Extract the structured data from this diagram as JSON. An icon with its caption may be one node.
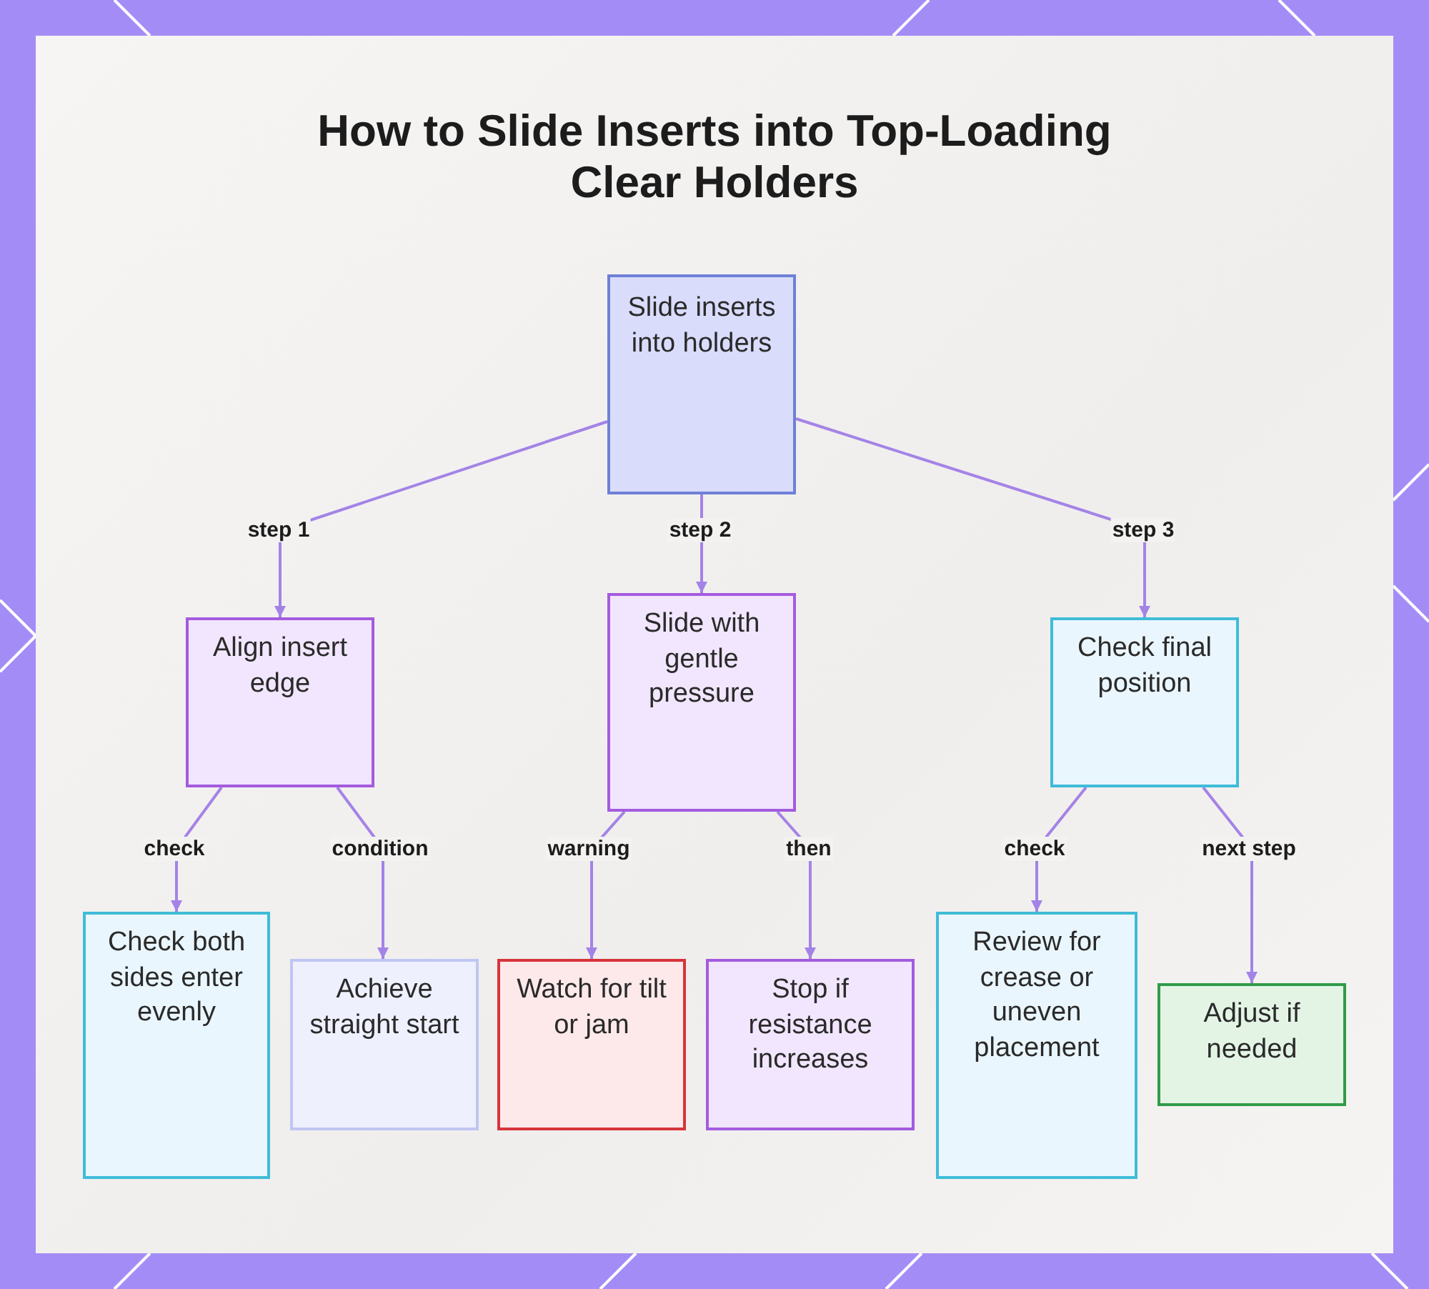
{
  "diagram": {
    "title": "How to Slide Inserts into Top-Loading Clear Holders",
    "nodes": [
      {
        "text": [
          "Slide inserts into holders"
        ]
      },
      {
        "text": [
          "Align insert edge"
        ]
      },
      {
        "text": [
          "Slide with gentle pressure"
        ]
      },
      {
        "text": [
          "Check final position"
        ]
      },
      {
        "text": [
          "Check both sides enter evenly"
        ]
      },
      {
        "text": [
          "Achieve straight start"
        ]
      },
      {
        "text": [
          "Watch for tilt or jam"
        ]
      },
      {
        "text": [
          "Stop if resistance increases"
        ]
      },
      {
        "text": [
          "Review for crease or uneven placement"
        ]
      },
      {
        "text": [
          "Adjust if needed"
        ]
      }
    ],
    "edges": [
      {
        "from": 0,
        "to": 1,
        "label": "step 1",
        "arrow": "to"
      },
      {
        "from": 0,
        "to": 2,
        "label": "step 2",
        "arrow": "to"
      },
      {
        "from": 0,
        "to": 3,
        "label": "step 3",
        "arrow": "to"
      },
      {
        "from": 1,
        "to": 4,
        "label": "check",
        "arrow": "to"
      },
      {
        "from": 1,
        "to": 5,
        "label": "condition",
        "arrow": "to"
      },
      {
        "from": 2,
        "to": 6,
        "label": "warning",
        "arrow": "to"
      },
      {
        "from": 2,
        "to": 7,
        "label": "then",
        "arrow": "to"
      },
      {
        "from": 3,
        "to": 8,
        "label": "check",
        "arrow": "to"
      },
      {
        "from": 3,
        "to": 9,
        "label": "next step",
        "arrow": "to"
      }
    ]
  }
}
